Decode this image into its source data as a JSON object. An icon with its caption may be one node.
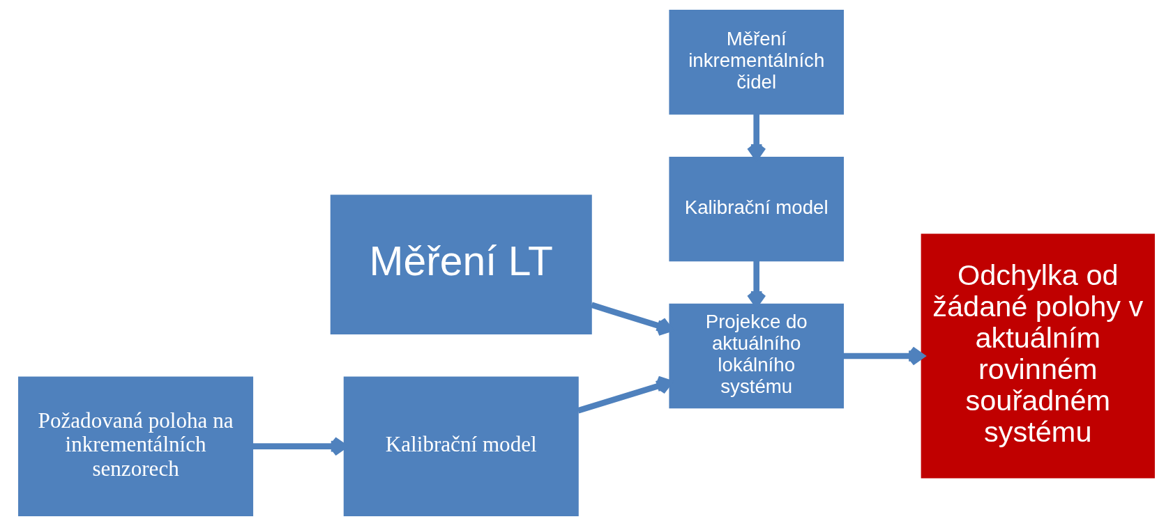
{
  "diagram": {
    "nodes": [
      {
        "text": [
          "Měření LT"
        ]
      },
      {
        "text": [
          "Měření inkrementálních čidel"
        ]
      },
      {
        "text": [
          "Kalibrační model"
        ]
      },
      {
        "text": [
          "Požadovaná poloha na inkrementálních senzorech"
        ]
      },
      {
        "text": [
          "Kalibrační model"
        ]
      },
      {
        "text": [
          "Projekce do aktuálního lokálního systému"
        ]
      },
      {
        "text": [
          "Odchylka od žádané polohy v aktuálním rovinném souřadném systému"
        ]
      }
    ],
    "edges": [
      {
        "from": 1,
        "to": 2,
        "arrow": "to"
      },
      {
        "from": 2,
        "to": 5,
        "arrow": "to"
      },
      {
        "from": 3,
        "to": 4,
        "arrow": "to"
      },
      {
        "from": 4,
        "to": 5,
        "arrow": "to"
      },
      {
        "from": 0,
        "to": 5,
        "arrow": "to"
      },
      {
        "from": 5,
        "to": 6,
        "arrow": "to"
      }
    ]
  }
}
